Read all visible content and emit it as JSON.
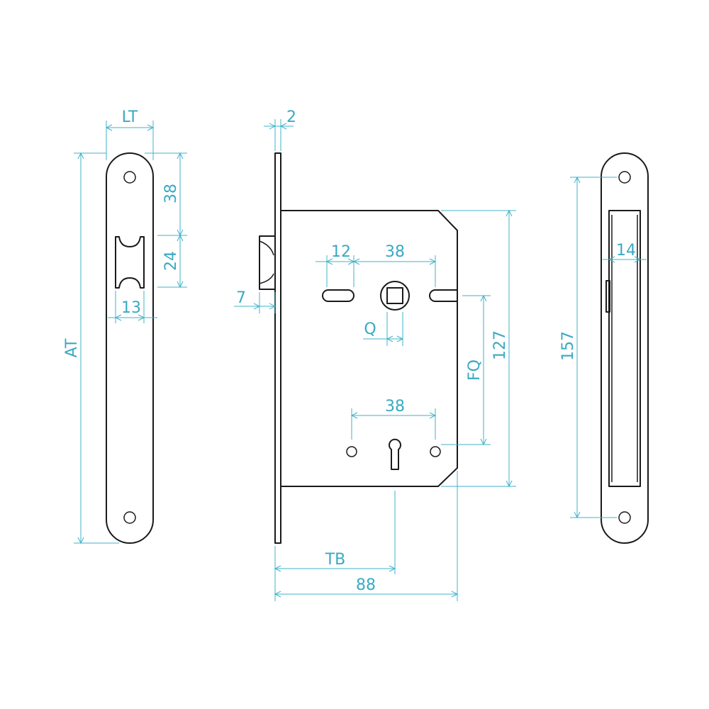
{
  "diagram": {
    "colors": {
      "part_stroke": "#1a1a1a",
      "dimension": "#3fb3c9",
      "background": "#ffffff"
    },
    "labels": {
      "lt": "LT",
      "two": "2",
      "d38_face": "38",
      "d24": "24",
      "d13": "13",
      "at": "AT",
      "d7": "7",
      "d12": "12",
      "d38_top": "38",
      "q": "Q",
      "d127": "127",
      "fq": "FQ",
      "d38_bottom": "38",
      "tb": "TB",
      "d88": "88",
      "d157": "157",
      "d14": "14"
    }
  }
}
